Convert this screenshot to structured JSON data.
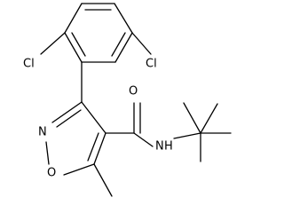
{
  "molecule": {
    "atoms": {
      "cl_left": "Cl",
      "cl_right": "Cl",
      "ring_nitrogen": "N",
      "ring_oxygen": "O",
      "carbonyl_oxygen": "O",
      "amide_nitrogen": "N",
      "amide_hydrogen": "H"
    }
  }
}
